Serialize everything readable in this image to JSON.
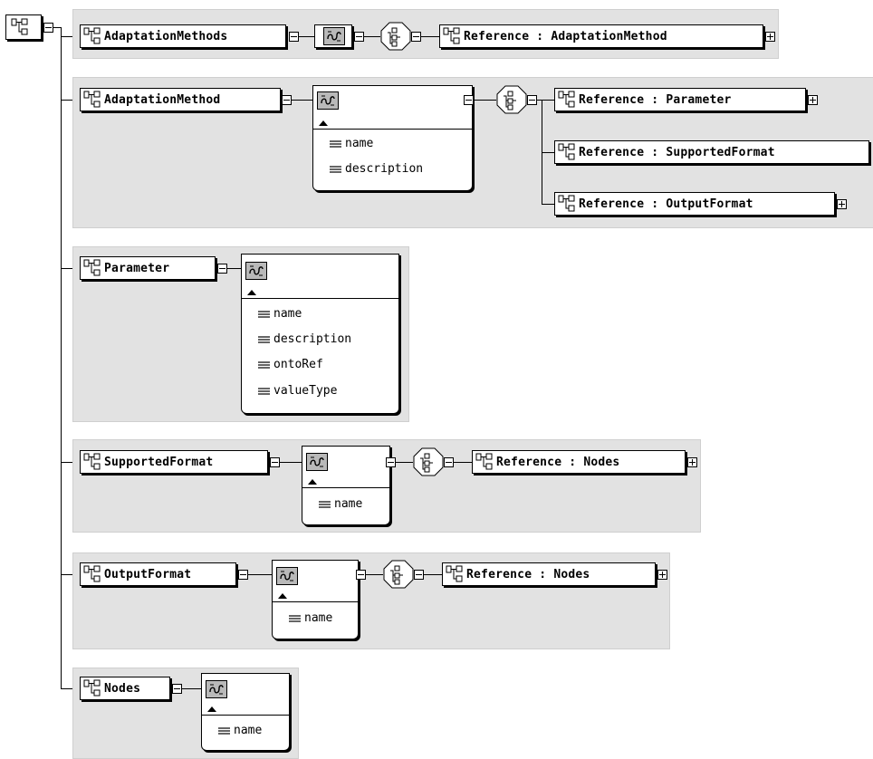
{
  "root": {
    "icon": "element-tree-icon"
  },
  "blocks": {
    "adaptation_methods": {
      "element": "AdaptationMethods",
      "reference": "Reference : AdaptationMethod"
    },
    "adaptation_method": {
      "element": "AdaptationMethod",
      "attributes": [
        "name",
        "description"
      ],
      "references": [
        "Reference : Parameter",
        "Reference : SupportedFormat",
        "Reference : OutputFormat"
      ]
    },
    "parameter": {
      "element": "Parameter",
      "attributes": [
        "name",
        "description",
        "ontoRef",
        "valueType"
      ]
    },
    "supported_format": {
      "element": "SupportedFormat",
      "attributes": [
        "name"
      ],
      "reference": "Reference : Nodes"
    },
    "output_format": {
      "element": "OutputFormat",
      "attributes": [
        "name"
      ],
      "reference": "Reference : Nodes"
    },
    "nodes": {
      "element": "Nodes",
      "attributes": [
        "name"
      ]
    }
  },
  "icons": {
    "element": "element-icon",
    "sequence": "sequence-compositor-icon",
    "choice": "choice-compositor-icon",
    "attribute": "attribute-icon",
    "expand": "expand-icon",
    "collapse": "collapse-icon"
  },
  "colors": {
    "panel": "#e2e2e2",
    "seq_fill": "#b9b9b9",
    "attr_bar": "#666666"
  }
}
